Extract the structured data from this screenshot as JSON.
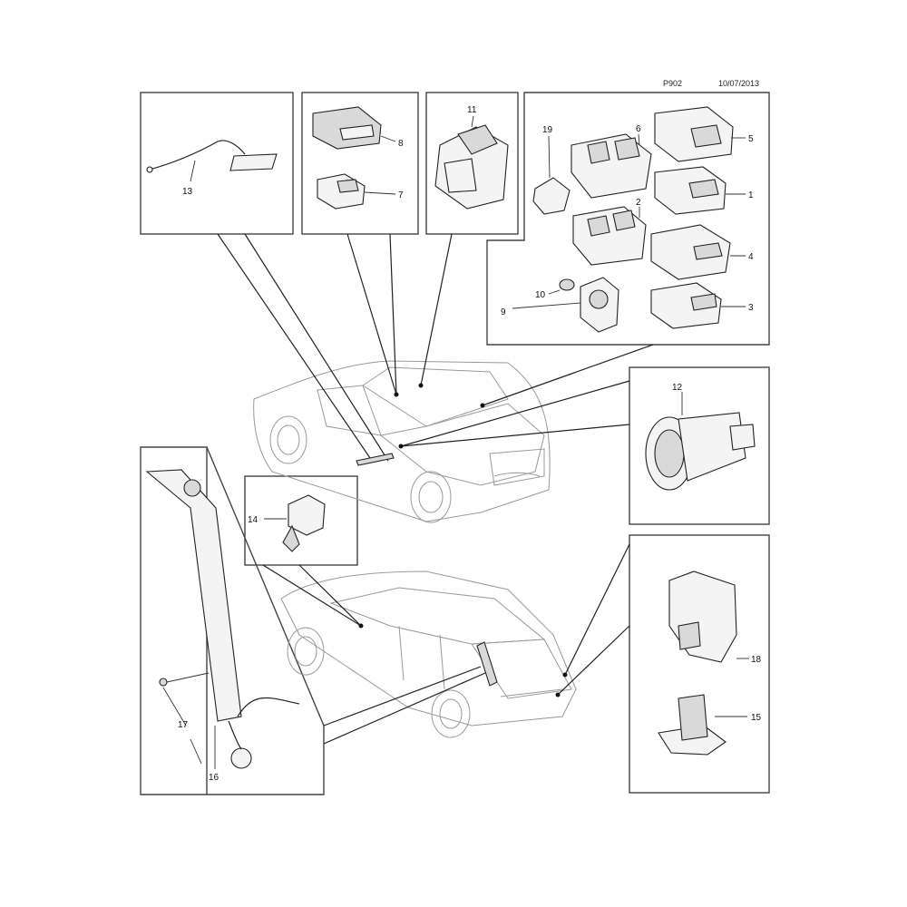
{
  "header": {
    "ref": "P902",
    "date": "10/07/2013"
  },
  "callouts": [
    "1",
    "2",
    "3",
    "4",
    "5",
    "6",
    "7",
    "8",
    "9",
    "10",
    "11",
    "12",
    "13",
    "14",
    "15",
    "16",
    "17",
    "18",
    "19"
  ]
}
